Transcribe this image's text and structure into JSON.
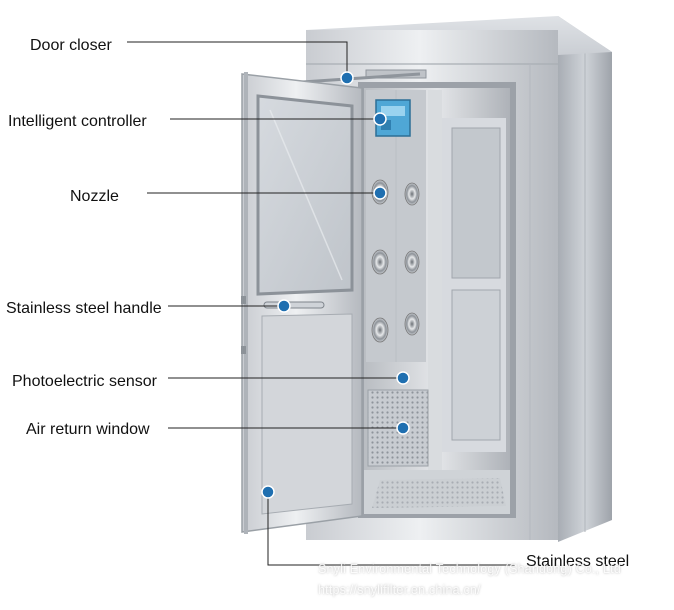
{
  "labels": {
    "door_closer": "Door closer",
    "intelligent_controller": "Intelligent controller",
    "nozzle": "Nozzle",
    "stainless_steel_handle": "Stainless steel handle",
    "photoelectric_sensor": "Photoelectric sensor",
    "air_return_window": "Air return window",
    "stainless_steel": "Stainless steel"
  },
  "watermark": {
    "company": "Snyli Environmental Technology (Shandong) Co., Ltd",
    "url": "https://snylifilter.en.china.cn/"
  },
  "colors": {
    "marker": "#1f6fb0",
    "leader_line": "#222222"
  }
}
